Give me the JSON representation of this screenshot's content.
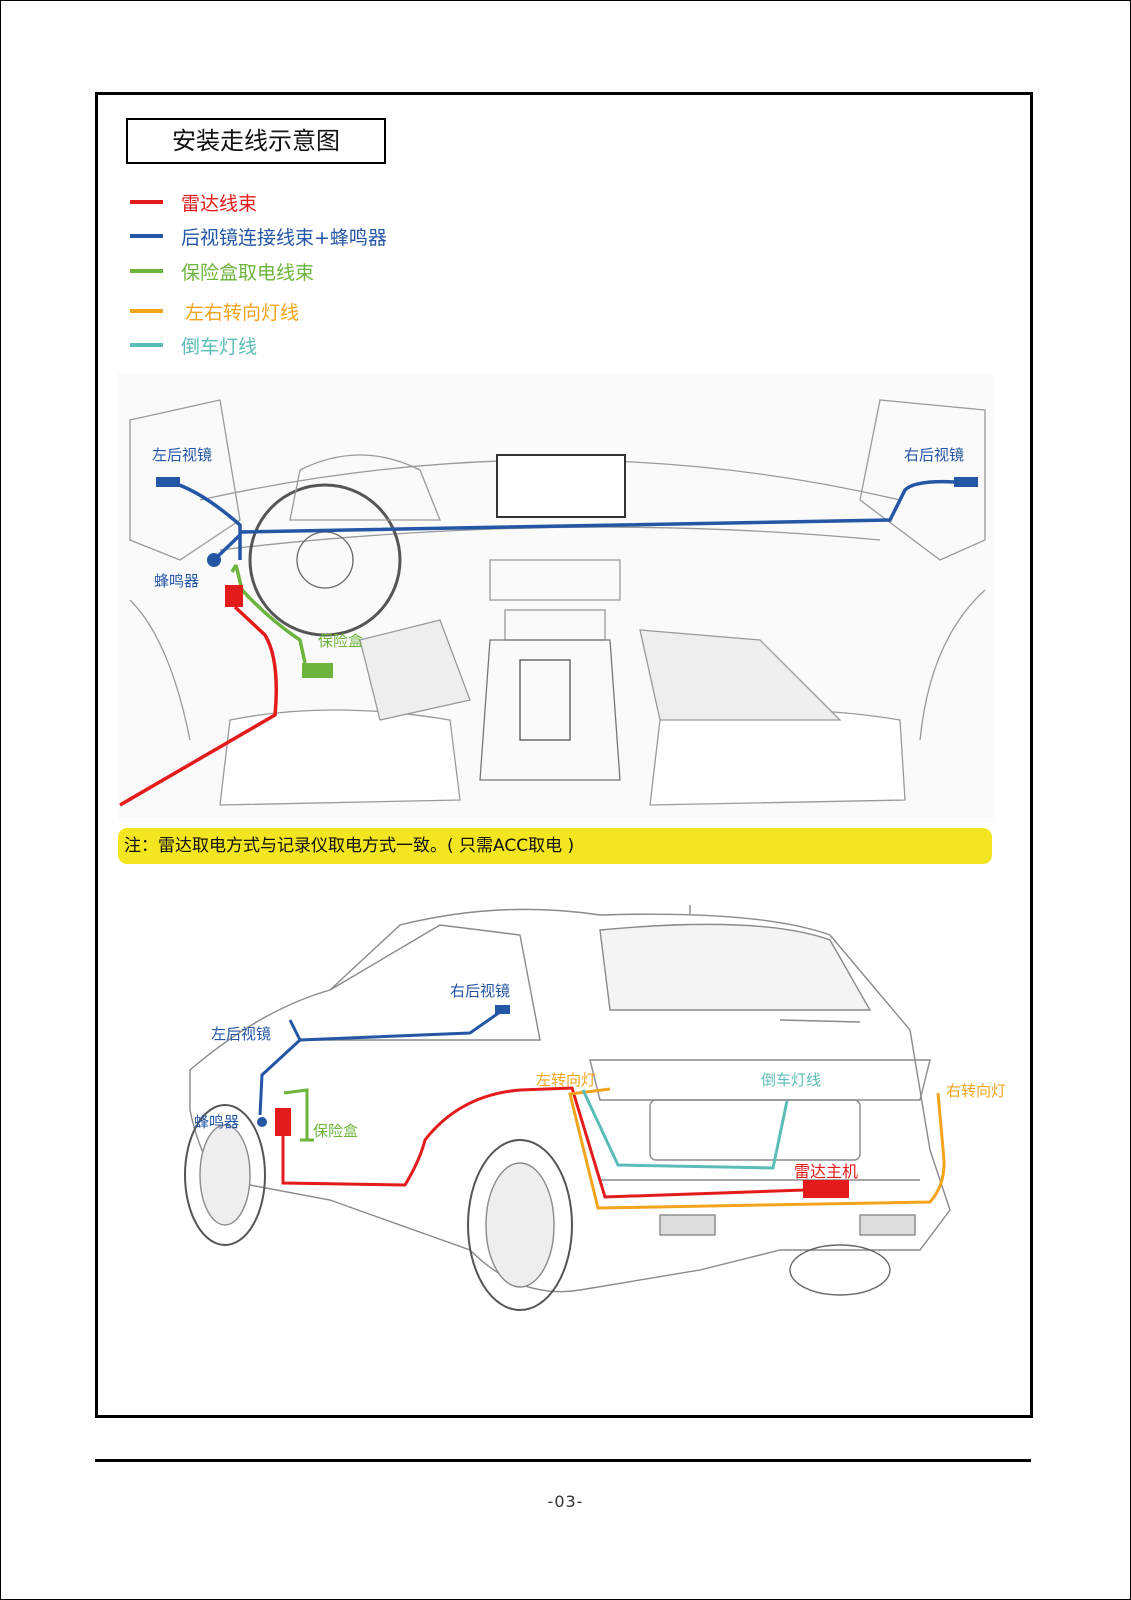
{
  "title": "安装走线示意图",
  "colors": {
    "radar": "#e31b1b",
    "mirror": "#2456a6",
    "fuse": "#6cb43c",
    "turn": "#f2a41d",
    "reverse": "#5bbdb7",
    "note_bg": "#f3e51f"
  },
  "legend": [
    {
      "label": "雷达线束",
      "color": "#e31b1b"
    },
    {
      "label": "后视镜连接线束+蜂鸣器",
      "color": "#2456a6"
    },
    {
      "label": "保险盒取电线束",
      "color": "#6cb43c"
    },
    {
      "label": "左右转向灯线",
      "color": "#f2a41d"
    },
    {
      "label": "倒车灯线",
      "color": "#5bbdb7"
    }
  ],
  "interior": {
    "left_mirror": "左后视镜",
    "right_mirror": "右后视镜",
    "buzzer": "蜂鸣器",
    "fuse_box": "保险盒"
  },
  "note": "注：雷达取电方式与记录仪取电方式一致。( 只需ACC取电 )",
  "exterior": {
    "right_mirror": "右后视镜",
    "left_mirror": "左后视镜",
    "buzzer": "蜂鸣器",
    "fuse_box": "保险盒",
    "left_turn": "左转向灯",
    "reverse_line": "倒车灯线",
    "right_turn": "右转向灯",
    "radar_host": "雷达主机"
  },
  "page_number": "-03-"
}
